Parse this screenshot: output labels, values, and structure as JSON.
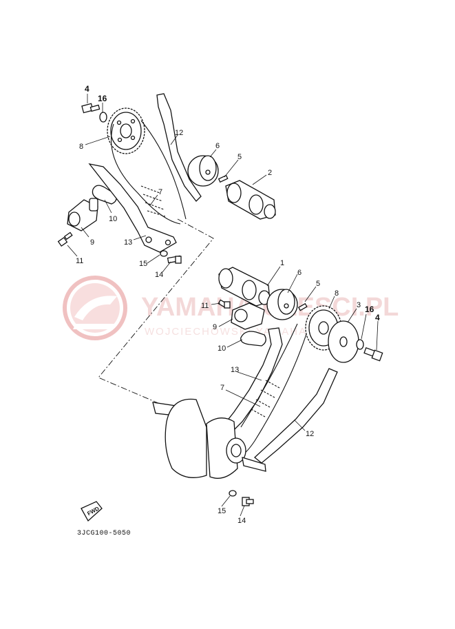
{
  "watermark": {
    "brand": "YAMAHA-CZESCI.PL",
    "subtitle": "WOJCIECHOWSKI YAMAHA",
    "color": "#e8a6a6"
  },
  "drawing_code": "3JCG100-5050",
  "fwd_label": "FWD",
  "callouts": {
    "top_4": "4",
    "top_16": "16",
    "top_8": "8",
    "top_12": "12",
    "top_6": "6",
    "top_5": "5",
    "top_2": "2",
    "top_7": "7",
    "top_10": "10",
    "top_9": "9",
    "top_13": "13",
    "top_11": "11",
    "top_15": "15",
    "top_14": "14",
    "bot_1": "1",
    "bot_6": "6",
    "bot_5": "5",
    "bot_8": "8",
    "bot_3": "3",
    "bot_16": "16",
    "bot_4": "4",
    "bot_11": "11",
    "bot_9": "9",
    "bot_10": "10",
    "bot_13": "13",
    "bot_7": "7",
    "bot_12": "12",
    "bot_15": "15",
    "bot_14": "14"
  }
}
